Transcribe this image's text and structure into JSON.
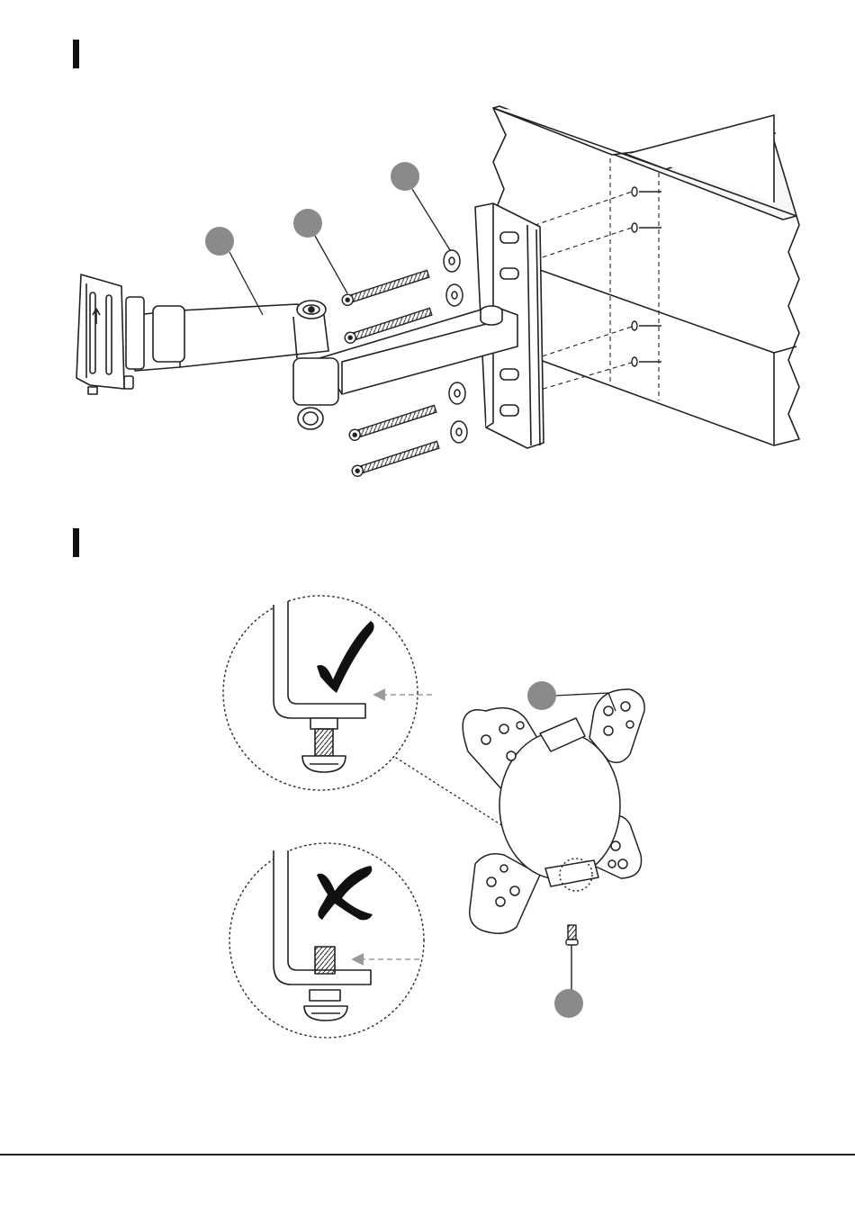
{
  "steps": [
    {
      "id": "step-1",
      "label": ""
    },
    {
      "id": "step-2",
      "label": ""
    }
  ],
  "part_callouts": [
    {
      "id": "callout-arm",
      "label": ""
    },
    {
      "id": "callout-screw",
      "label": ""
    },
    {
      "id": "callout-washer",
      "label": ""
    },
    {
      "id": "callout-vesa-plate",
      "label": ""
    },
    {
      "id": "callout-locking-screw",
      "label": ""
    }
  ],
  "icons": {
    "correct": "checkmark-icon",
    "incorrect": "cross-icon"
  },
  "colors": {
    "line": "#222222",
    "callout_dot": "#8a8a8a",
    "arrow": "#9a9a9a",
    "background": "#ffffff"
  }
}
